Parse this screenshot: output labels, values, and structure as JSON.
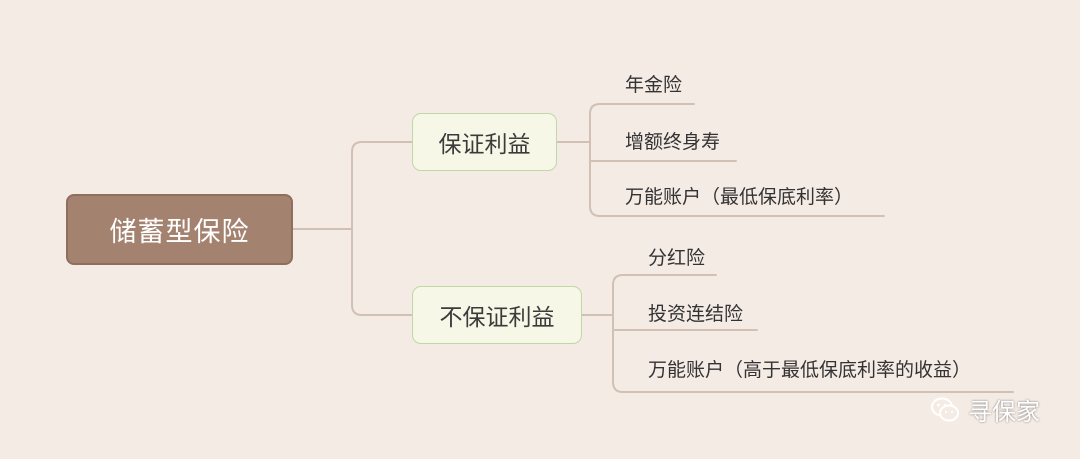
{
  "mindmap": {
    "root": {
      "label": "储蓄型保险"
    },
    "branches": [
      {
        "label": "保证利益",
        "leaves": [
          "年金险",
          "增额终身寿",
          "万能账户（最低保底利率）"
        ]
      },
      {
        "label": "不保证利益",
        "leaves": [
          "分红险",
          "投资连结险",
          "万能账户（高于最低保底利率的收益）"
        ]
      }
    ]
  },
  "watermark": {
    "label": "寻保家",
    "icon": "wechat-icon"
  },
  "colors": {
    "background": "#f4ebe5",
    "root_fill": "#a48270",
    "branch_fill": "#f6f7e6",
    "branch_border": "#bfd8a6",
    "connector": "#d2c0b4"
  }
}
